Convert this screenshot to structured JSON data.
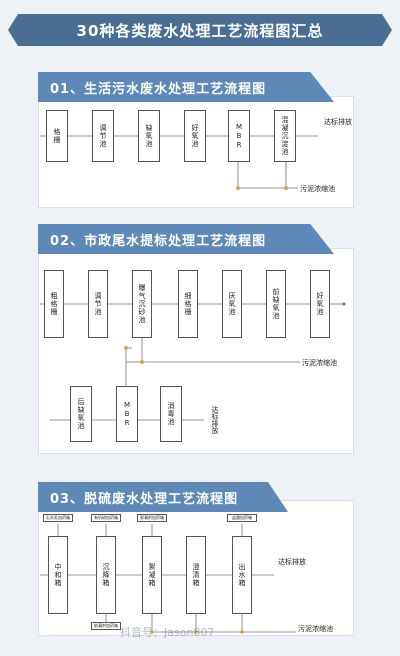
{
  "banner_title": "30种各类废水处理工艺流程图汇总",
  "sections": [
    {
      "title": "01、生活污水废水处理工艺流程图",
      "boxes": [
        "格栅",
        "调节池",
        "缺氧池",
        "好氧池",
        "MBR",
        "混凝沉淀池"
      ],
      "outlet": "达标排放",
      "sludge": "污泥浓缩池"
    },
    {
      "title": "02、市政尾水提标处理工艺流程图",
      "boxes_row1": [
        "粗格栅",
        "调节池",
        "曝气沉砂池",
        "细格栅",
        "厌氧池",
        "前缺氧池",
        "好氧池"
      ],
      "boxes_row2": [
        "后缺氧池",
        "MBR",
        "消毒池"
      ],
      "outlet": "达标排放",
      "sludge": "污泥浓缩池"
    },
    {
      "title": "03、脱硫废水处理工艺流程图",
      "boxes": [
        "中和箱",
        "沉降箱",
        "絮凝箱",
        "澄清箱",
        "出水箱"
      ],
      "reagents_top": [
        "石灰乳加药箱",
        "有机硫加药箱",
        "絮凝剂加药箱",
        "盐酸加药箱"
      ],
      "reagent_bottom": "助凝剂加药箱",
      "outlet": "达标排放",
      "sludge": "污泥浓缩池"
    }
  ],
  "watermark": "抖音号：Jason807",
  "colors": {
    "banner": "#4a6d93",
    "section": "#5d88b8",
    "sludge_dot": "#d6a44a"
  }
}
